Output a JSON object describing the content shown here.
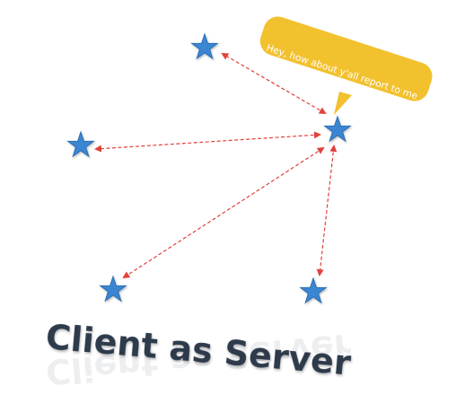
{
  "diagram": {
    "title": "Client as Server",
    "speech_bubble": {
      "text": "Hey, how about y'all report to me"
    },
    "colors": {
      "node_fill": "#3a86d3",
      "node_stroke": "#2e6fb2",
      "arrow": "#e0413a",
      "bubble": "#f2c12e",
      "title": "#2f3a4c"
    },
    "nodes": [
      {
        "id": "hub",
        "icon": "star-icon",
        "role": "server"
      },
      {
        "id": "top-left",
        "icon": "star-icon",
        "role": "client"
      },
      {
        "id": "left",
        "icon": "star-icon",
        "role": "client"
      },
      {
        "id": "bottom-left",
        "icon": "star-icon",
        "role": "client"
      },
      {
        "id": "bottom-right",
        "icon": "star-icon",
        "role": "client"
      }
    ],
    "connections": [
      {
        "from": "hub",
        "to": "top-left",
        "style": "dashed",
        "arrows": "both"
      },
      {
        "from": "hub",
        "to": "left",
        "style": "dashed",
        "arrows": "both"
      },
      {
        "from": "hub",
        "to": "bottom-left",
        "style": "dashed",
        "arrows": "both"
      },
      {
        "from": "hub",
        "to": "bottom-right",
        "style": "dashed",
        "arrows": "both"
      }
    ]
  }
}
